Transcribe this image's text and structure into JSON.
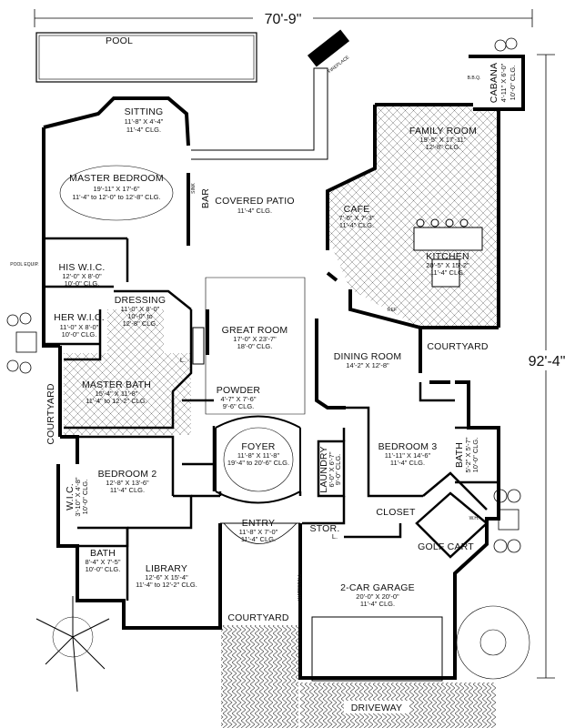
{
  "dimensions": {
    "width": "70'-9\"",
    "depth": "92'-4\""
  },
  "rooms": {
    "pool": {
      "name": "POOL"
    },
    "sitting": {
      "name": "SITTING",
      "d1": "11'-8\" X 4'-4\"",
      "d2": "11'-4\" CLG."
    },
    "master_bedroom": {
      "name": "MASTER BEDROOM",
      "d1": "19'-11\" X 17'-6\"",
      "d2": "11'-4\" to 12'-0\" to 12'-8\" CLG."
    },
    "covered_patio": {
      "name": "COVERED PATIO",
      "d1": "11'-4\" CLG."
    },
    "bar": {
      "name": "BAR"
    },
    "family_room": {
      "name": "FAMILY ROOM",
      "d1": "19'-5\" X 17'-11\"",
      "d2": "12'-8\" CLG."
    },
    "cafe": {
      "name": "CAFE",
      "d1": "7'-0\" X 7'-3\"",
      "d2": "11'-4\" CLG."
    },
    "kitchen": {
      "name": "KITCHEN",
      "d1": "20'-5\" X 15'-2\"",
      "d2": "11'-4\" CLG."
    },
    "cabana": {
      "name": "CABANA",
      "d1": "4'-11\" X 6'-0\"",
      "d2": "10'-0\" CLG."
    },
    "his_wic": {
      "name": "HIS W.I.C.",
      "d1": "12'-0\" X 8'-0\"",
      "d2": "10'-0\" CLG."
    },
    "her_wic": {
      "name": "HER W.I.C.",
      "d1": "11'-0\" X 8'-0\"",
      "d2": "10'-0\" CLG."
    },
    "dressing": {
      "name": "DRESSING",
      "d1": "11'-0\" X 8'-0\"",
      "d2": "10'-0\" to",
      "d3": "12'-8\" CLG."
    },
    "great_room": {
      "name": "GREAT ROOM",
      "d1": "17'-0\" X 23'-7\"",
      "d2": "18'-0\" CLG."
    },
    "master_bath": {
      "name": "MASTER BATH",
      "d1": "15'-4\" X 11'-8\"",
      "d2": "11'-4\" to 12'-2\" CLG."
    },
    "powder": {
      "name": "POWDER",
      "d1": "4'-7\" X 7'-6\"",
      "d2": "9'-6\" CLG."
    },
    "dining_room": {
      "name": "DINING ROOM",
      "d1": "14'-2\" X 12'-8\""
    },
    "courtyard_right": {
      "name": "COURTYARD"
    },
    "courtyard_left": {
      "name": "COURTYARD"
    },
    "courtyard_bottom": {
      "name": "COURTYARD"
    },
    "foyer": {
      "name": "FOYER",
      "d1": "11'-8\" X 11'-8\"",
      "d2": "19'-4\" to 20'-6\" CLG."
    },
    "laundry": {
      "name": "LAUNDRY",
      "d1": "6'-0\" X 6'-7\"",
      "d2": "9'-0\" CLG."
    },
    "bedroom3": {
      "name": "BEDROOM 3",
      "d1": "11'-11\" X 14'-6\"",
      "d2": "11'-4\" CLG."
    },
    "bath_right": {
      "name": "BATH",
      "d1": "5'-2\" X 5'-7\"",
      "d2": "10'-0\" CLG."
    },
    "bedroom2": {
      "name": "BEDROOM 2",
      "d1": "12'-8\" X 13'-6\"",
      "d2": "11'-4\" CLG."
    },
    "wic_small": {
      "name": "W.I.C.",
      "d1": "3'-10\" X 4'-8\"",
      "d2": "10'-0\" CLG."
    },
    "closet": {
      "name": "CLOSET"
    },
    "entry": {
      "name": "ENTRY",
      "d1": "11'-8\" X 7'-0\"",
      "d2": "11'-4\" CLG."
    },
    "stor": {
      "name": "STOR."
    },
    "golf_cart": {
      "name": "GOLF CART"
    },
    "bath_left": {
      "name": "BATH",
      "d1": "8'-4\" X 7'-5\"",
      "d2": "10'-0\" CLG."
    },
    "library": {
      "name": "LIBRARY",
      "d1": "12'-6\" X 15'-4\"",
      "d2": "11'-4\" to 12'-2\" CLG."
    },
    "garage": {
      "name": "2-CAR GARAGE",
      "d1": "20'-0\" X 20'-0\"",
      "d2": "11'-4\" CLG."
    },
    "driveway": {
      "name": "DRIVEWAY"
    }
  },
  "small_labels": {
    "pool_equip": "POOL EQUIP.",
    "fireplace": "FIREPLACE",
    "sink": "SINK",
    "bbq": "B.B.Q.",
    "l_left": "L.",
    "l_right": "L.",
    "wh": "W.H.",
    "ref": "REF",
    "waterfall": "WATERFALL"
  }
}
